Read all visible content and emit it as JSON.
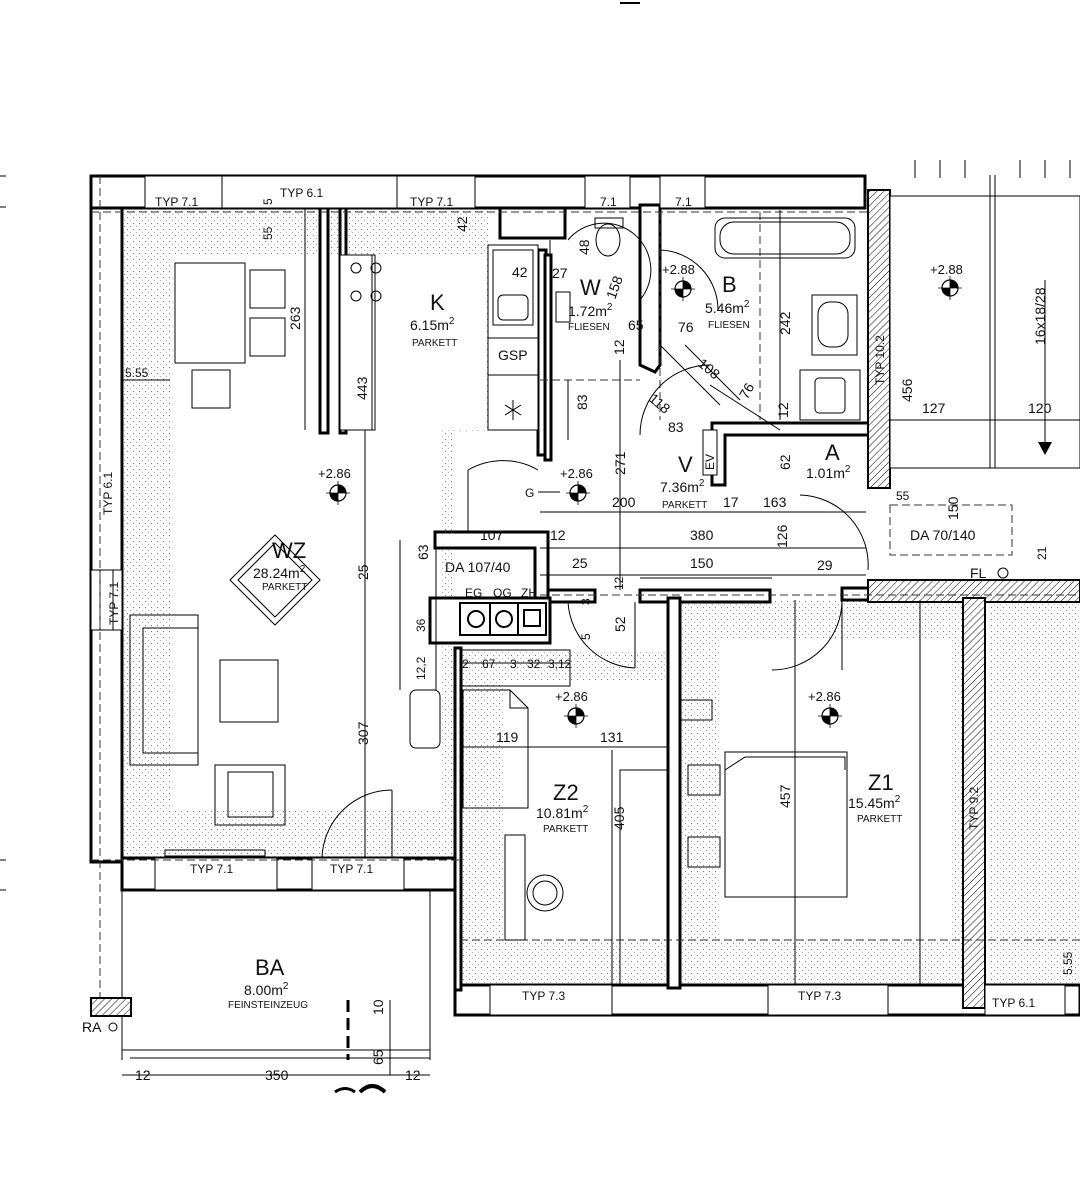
{
  "rooms": {
    "wz": {
      "name": "WZ",
      "area": "28.24m",
      "sup": "2",
      "floor": "PARKETT",
      "level": "+2.86"
    },
    "k": {
      "name": "K",
      "area": "6.15m",
      "sup": "2",
      "floor": "PARKETT"
    },
    "w": {
      "name": "W",
      "area": "1.72m",
      "sup": "2",
      "floor": "FLIESEN"
    },
    "b": {
      "name": "B",
      "area": "5.46m",
      "sup": "2",
      "floor": "FLIESEN",
      "level": "+2.88"
    },
    "a": {
      "name": "A",
      "area": "1.01m",
      "sup": "2"
    },
    "v": {
      "name": "V",
      "area": "7.36m",
      "sup": "2",
      "floor": "PARKETT",
      "level": "+2.86"
    },
    "z2": {
      "name": "Z2",
      "area": "10.81m",
      "sup": "2",
      "floor": "PARKETT",
      "level": "+2.86"
    },
    "z1": {
      "name": "Z1",
      "area": "15.45m",
      "sup": "2",
      "floor": "PARKETT",
      "level": "+2.86"
    },
    "ba": {
      "name": "BA",
      "area": "8.00m",
      "sup": "2",
      "floor": "FEINSTEINZEUG"
    },
    "stair": {
      "level": "+2.88"
    }
  },
  "windows": {
    "typ71": "TYP 7.1",
    "typ61": "TYP 6.1",
    "typ73": "TYP 7.3",
    "typ102": "TYP 10.2",
    "typ92": "TYP 9.2",
    "da10740": "DA 107/40",
    "da70140": "DA 70/140"
  },
  "labels": {
    "gsp": "GSP",
    "ev": "EV",
    "fl": "FL",
    "ra": "RA",
    "g": "G",
    "eg": "EG",
    "og": "OG",
    "zh": "ZH",
    "stairs": "16x18/28"
  },
  "dims": {
    "d263": "263",
    "d443": "443",
    "d555": "5.55",
    "d55": "55",
    "d42": "42",
    "d27": "27",
    "d48": "48",
    "d42b": "42",
    "d158": "158",
    "d65": "65",
    "d12": "12",
    "d765a": "76",
    "d242": "242",
    "d1081": "108",
    "d118": "118",
    "d835a": "83",
    "d835b": "83",
    "d765b": "76",
    "d62": "62",
    "d2715": "271",
    "d2005": "200",
    "d17": "17",
    "d163": "163",
    "d456": "456",
    "d1275": "127",
    "d1205": "120",
    "d55b": "55",
    "d150": "150",
    "d215": "21",
    "d107": "107",
    "d12b": "12",
    "d3805": "380",
    "d126": "126",
    "d63": "63",
    "d25a": "25",
    "d25b": "25",
    "d150b": "150",
    "d295": "29",
    "d52": "52",
    "d12c": "12",
    "d307": "307",
    "d119": "119",
    "d131": "131",
    "d405": "405",
    "d457": "457",
    "d67": "67",
    "d3a": "3",
    "d32": "32",
    "d312": "3,12",
    "d2": "2",
    "d36": "36",
    "d122": "12,2",
    "d350": "350",
    "d12d": "12",
    "d12e": "12",
    "d65b": "65",
    "d10": "10",
    "d555b": "5.55",
    "d5": "5",
    "d5b": "5",
    "d12f": "12",
    "d3b": "3"
  }
}
